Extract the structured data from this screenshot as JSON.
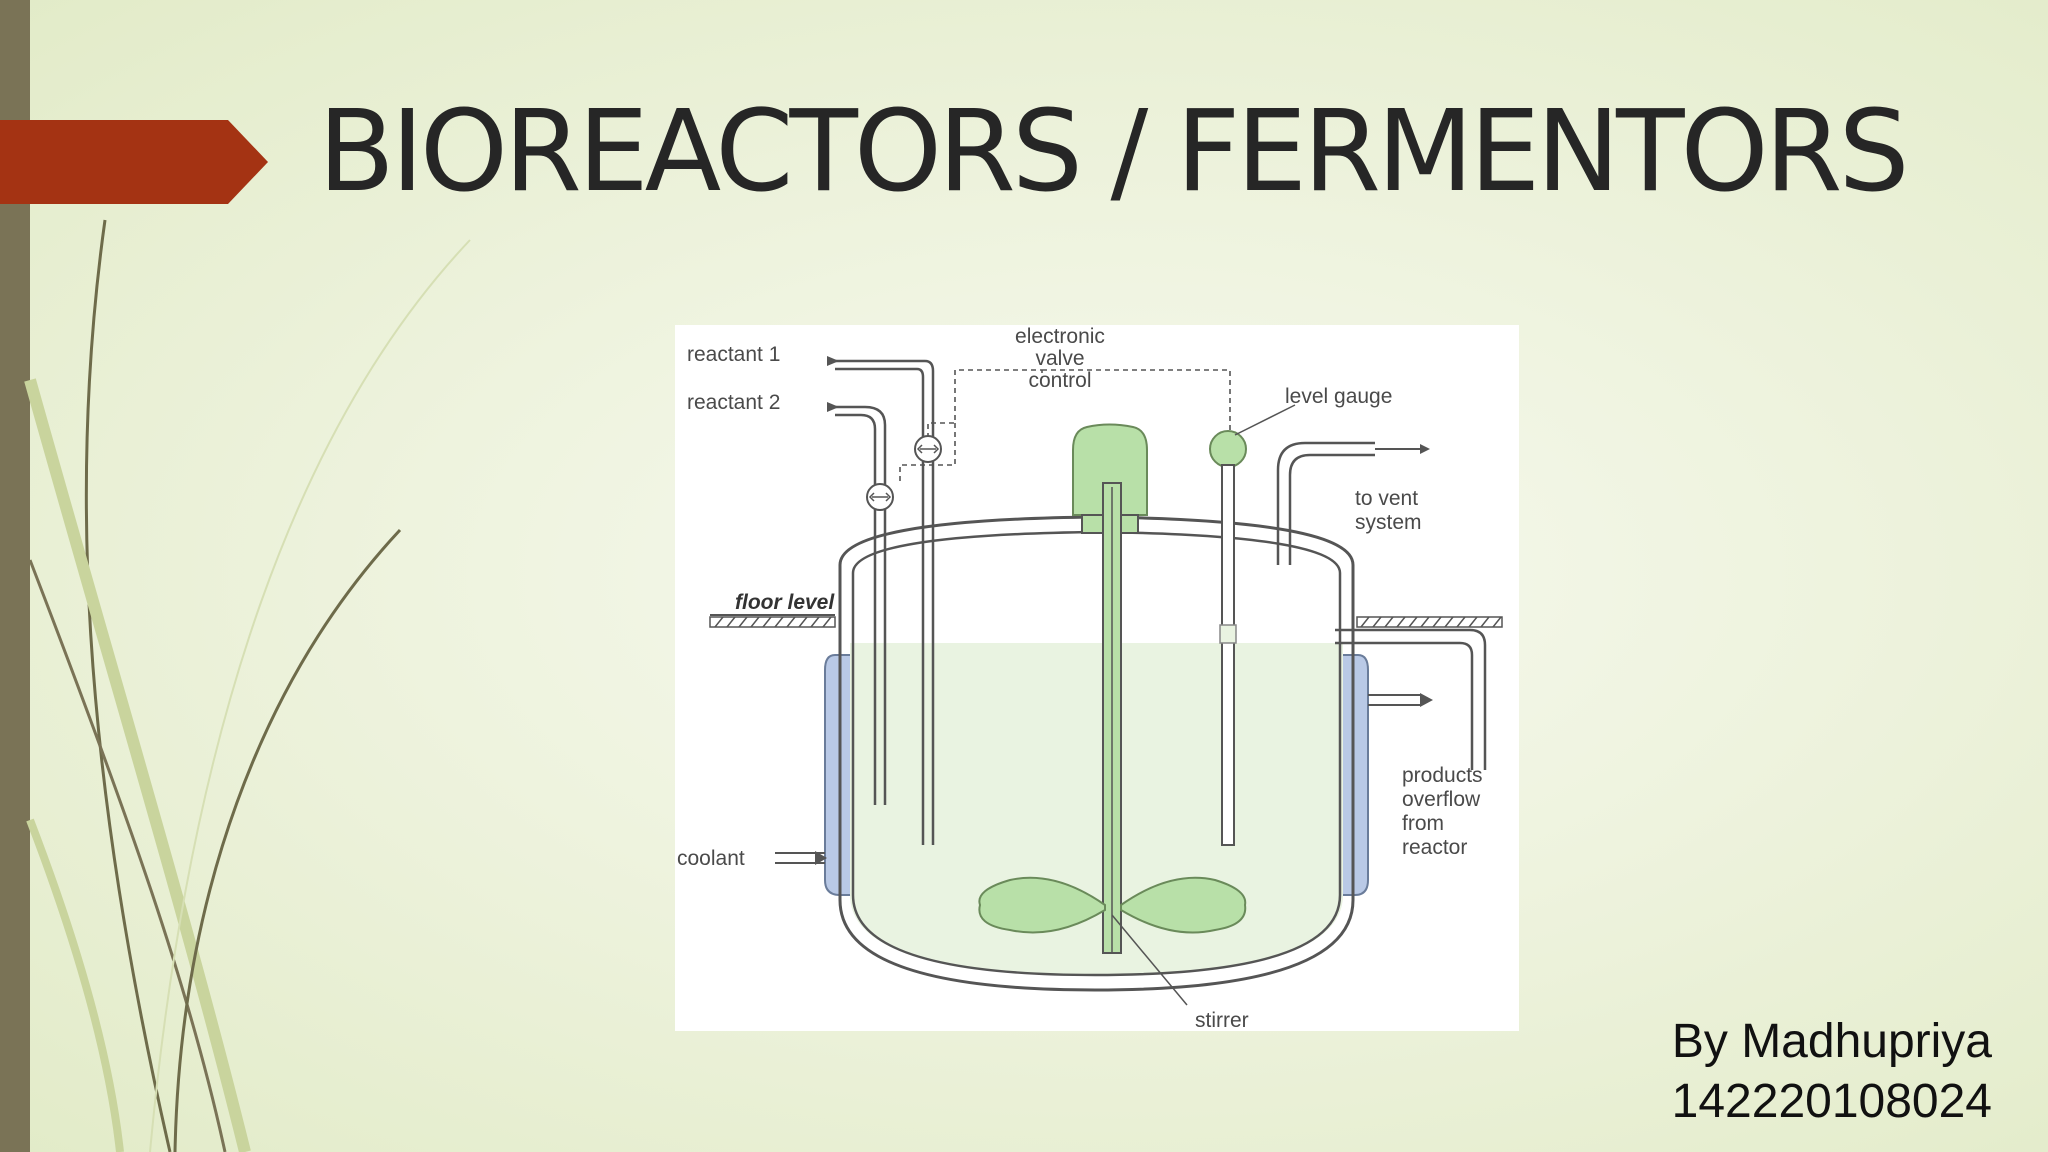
{
  "slide": {
    "title": "BIOREACTORS / FERMENTORS",
    "author_name": "By Madhupriya",
    "author_id": "142220108024"
  },
  "theme": {
    "accent_bar": "#7a7356",
    "arrow": "#a43313",
    "jacket": "#b9c9e6",
    "stirrer": "#b8e0a8"
  },
  "diagram": {
    "reactant1": "reactant 1",
    "reactant2": "reactant 2",
    "valve_line1": "electronic",
    "valve_line2": "valve",
    "valve_line3": "control",
    "level_gauge": "level gauge",
    "vent_line1": "to vent",
    "vent_line2": "system",
    "floor_level": "floor level",
    "products_line1": "products",
    "products_line2": "overflow",
    "products_line3": "from",
    "products_line4": "reactor",
    "coolant": "coolant",
    "stirrer": "stirrer"
  }
}
